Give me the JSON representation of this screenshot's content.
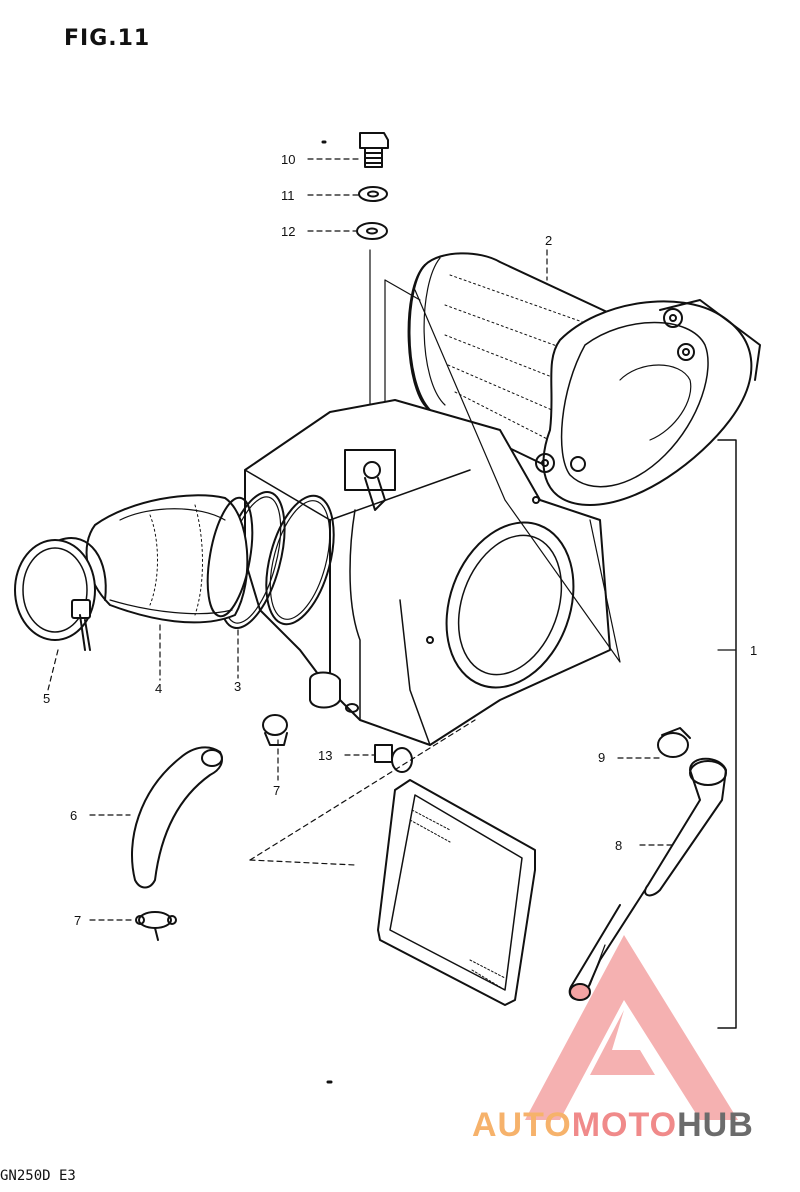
{
  "figure": {
    "title": "FIG.11",
    "model_code": "GN250D E3"
  },
  "callouts": {
    "c10": "10",
    "c11": "11",
    "c12": "12",
    "c2": "2",
    "c1": "1",
    "c5": "5",
    "c4": "4",
    "c3": "3",
    "c7a": "7",
    "c13": "13",
    "c9": "9",
    "c6": "6",
    "c8": "8",
    "c7b": "7"
  },
  "watermark": {
    "part_a": "AUTO",
    "part_b": "MOTO",
    "part_c": "HUB",
    "colors": {
      "auto": "#f6b26b",
      "moto": "#f08a8a",
      "hub": "#6b6b6b"
    }
  }
}
